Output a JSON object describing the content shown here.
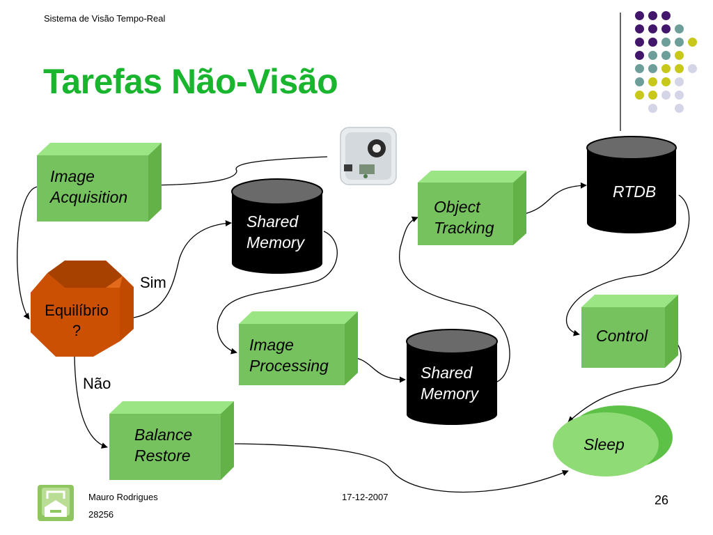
{
  "slide": {
    "header": "Sistema de Visão Tempo-Real",
    "title": "Tarefas Não-Visão",
    "accent_color": "#19b52f",
    "dot_colors": {
      "purple": "#42166a",
      "teal": "#6d9e9a",
      "yellow": "#c8c81a",
      "lavender": "#d5d5e8"
    }
  },
  "diagram": {
    "image_acquisition": "Image\nAcquisition",
    "shared_memory_top": "Shared\nMemory",
    "object_tracking": "Object\nTracking",
    "rtdb": "RTDB",
    "equilibrio": "Equilíbrio\n?",
    "sim": "Sim",
    "nao": "Não",
    "image_processing": "Image\nProcessing",
    "shared_memory_bottom": "Shared\nMemory",
    "control": "Control",
    "balance_restore": "Balance\nRestore",
    "sleep": "Sleep",
    "box_color": "#76c25e",
    "box_light": "#9be585",
    "octagon_color": "#c94f00",
    "camera_icon": "camera-icon"
  },
  "footer": {
    "author": "Mauro Rodrigues",
    "number": "28256",
    "date": "17-12-2007",
    "page": "26",
    "logo_icon": "university-logo-icon"
  }
}
